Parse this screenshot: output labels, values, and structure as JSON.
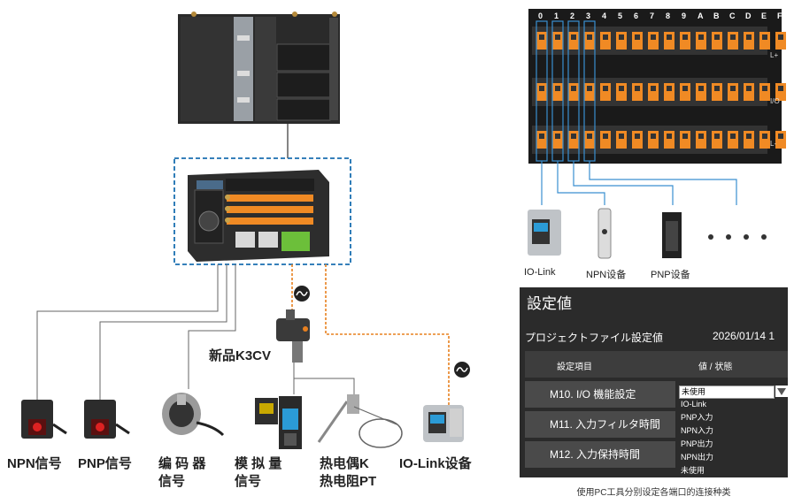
{
  "left_diagram": {
    "new_product_label": "新品K3CV",
    "devices": {
      "npn": "NPN信号",
      "pnp": "PNP信号",
      "encoder_line1": "编 码 器",
      "encoder_line2": "信号",
      "analog_line1": "模 拟 量",
      "analog_line2": "信号",
      "thermo_line1": "热电偶K",
      "thermo_line2": "热电阻PT",
      "iolink": "IO-Link设备"
    }
  },
  "terminal_block": {
    "port_numbers": [
      "0",
      "1",
      "2",
      "3",
      "4",
      "5",
      "6",
      "7",
      "8",
      "9",
      "A",
      "B",
      "C",
      "D",
      "E",
      "F"
    ],
    "rail_labels": [
      "L+",
      "I/O",
      "L-"
    ],
    "devices": {
      "iolink": "IO-Link",
      "npn": "NPN设备",
      "pnp": "PNP设备"
    }
  },
  "settings_panel": {
    "title": "設定値",
    "subtitle": "プロジェクトファイル設定値",
    "date": "2026/01/14 1",
    "header_item": "設定項目",
    "header_value": "値 / 状態",
    "rows": [
      "M10. I/O 機能設定",
      "M11. 入力フィルタ時間",
      "M12. 入力保持時間"
    ],
    "dropdown_selected": "未使用",
    "dropdown_options": [
      "IO-Link",
      "PNP入力",
      "NPN入力",
      "PNP出力",
      "NPN出力",
      "未使用"
    ]
  },
  "caption": "使用PC工具分别设定各端口的连接种类",
  "colors": {
    "dashed_blue": "#1a6fb0",
    "orange_line": "#e8801f",
    "terminal_orange": "#f08a24",
    "panel_bg": "#2b2b2b"
  }
}
